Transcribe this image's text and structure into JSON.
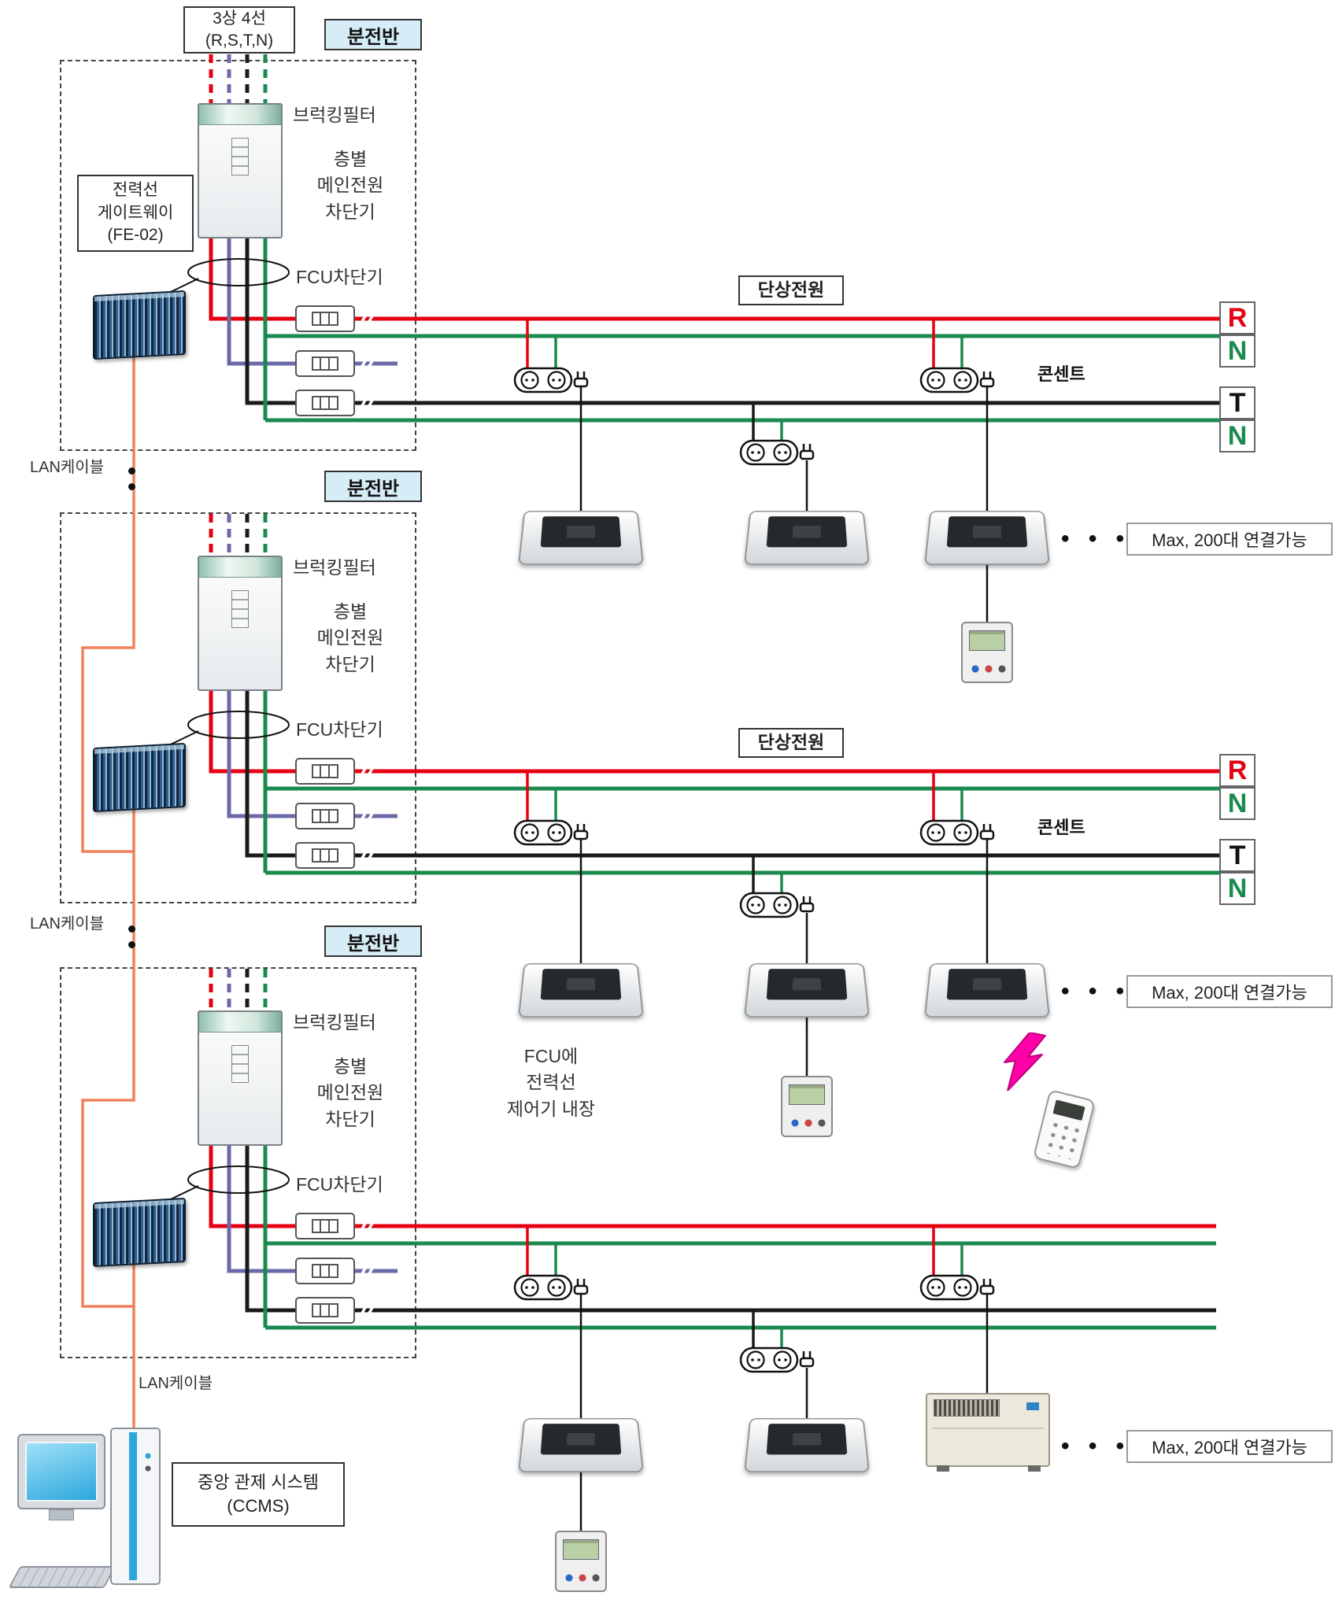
{
  "colors": {
    "phase_r_red": "#e60012",
    "neutral_green": "#1a8a4e",
    "phase_t_black": "#1a1a1a",
    "phase_s_purple": "#6b6aa8",
    "lan_orange": "#f0815a",
    "panel_tag_bg": "#d6ecf7"
  },
  "top": {
    "phase_l1": "3상 4선",
    "phase_l2": "(R,S,T,N)"
  },
  "labels": {
    "panel": "분전반",
    "blocking_filter": "브럭킹필터",
    "main_breaker_l1": "층별",
    "main_breaker_l2": "메인전원",
    "main_breaker_l3": "차단기",
    "gateway_l1": "전력선",
    "gateway_l2": "게이트웨이",
    "gateway_l3": "(FE-02)",
    "fcu_breaker": "FCU차단기",
    "single_phase": "단상전원",
    "outlet": "콘센트",
    "lan": "LAN케이블",
    "max": "Max, 200대 연결가능",
    "dots": "• • •",
    "fcu_builtin_l1": "FCU에",
    "fcu_builtin_l2": "전력선",
    "fcu_builtin_l3": "제어기 내장",
    "ccms_l1": "중앙 관제 시스템",
    "ccms_l2": "(CCMS)",
    "phase_r": "R",
    "phase_n": "N",
    "phase_t": "T"
  }
}
